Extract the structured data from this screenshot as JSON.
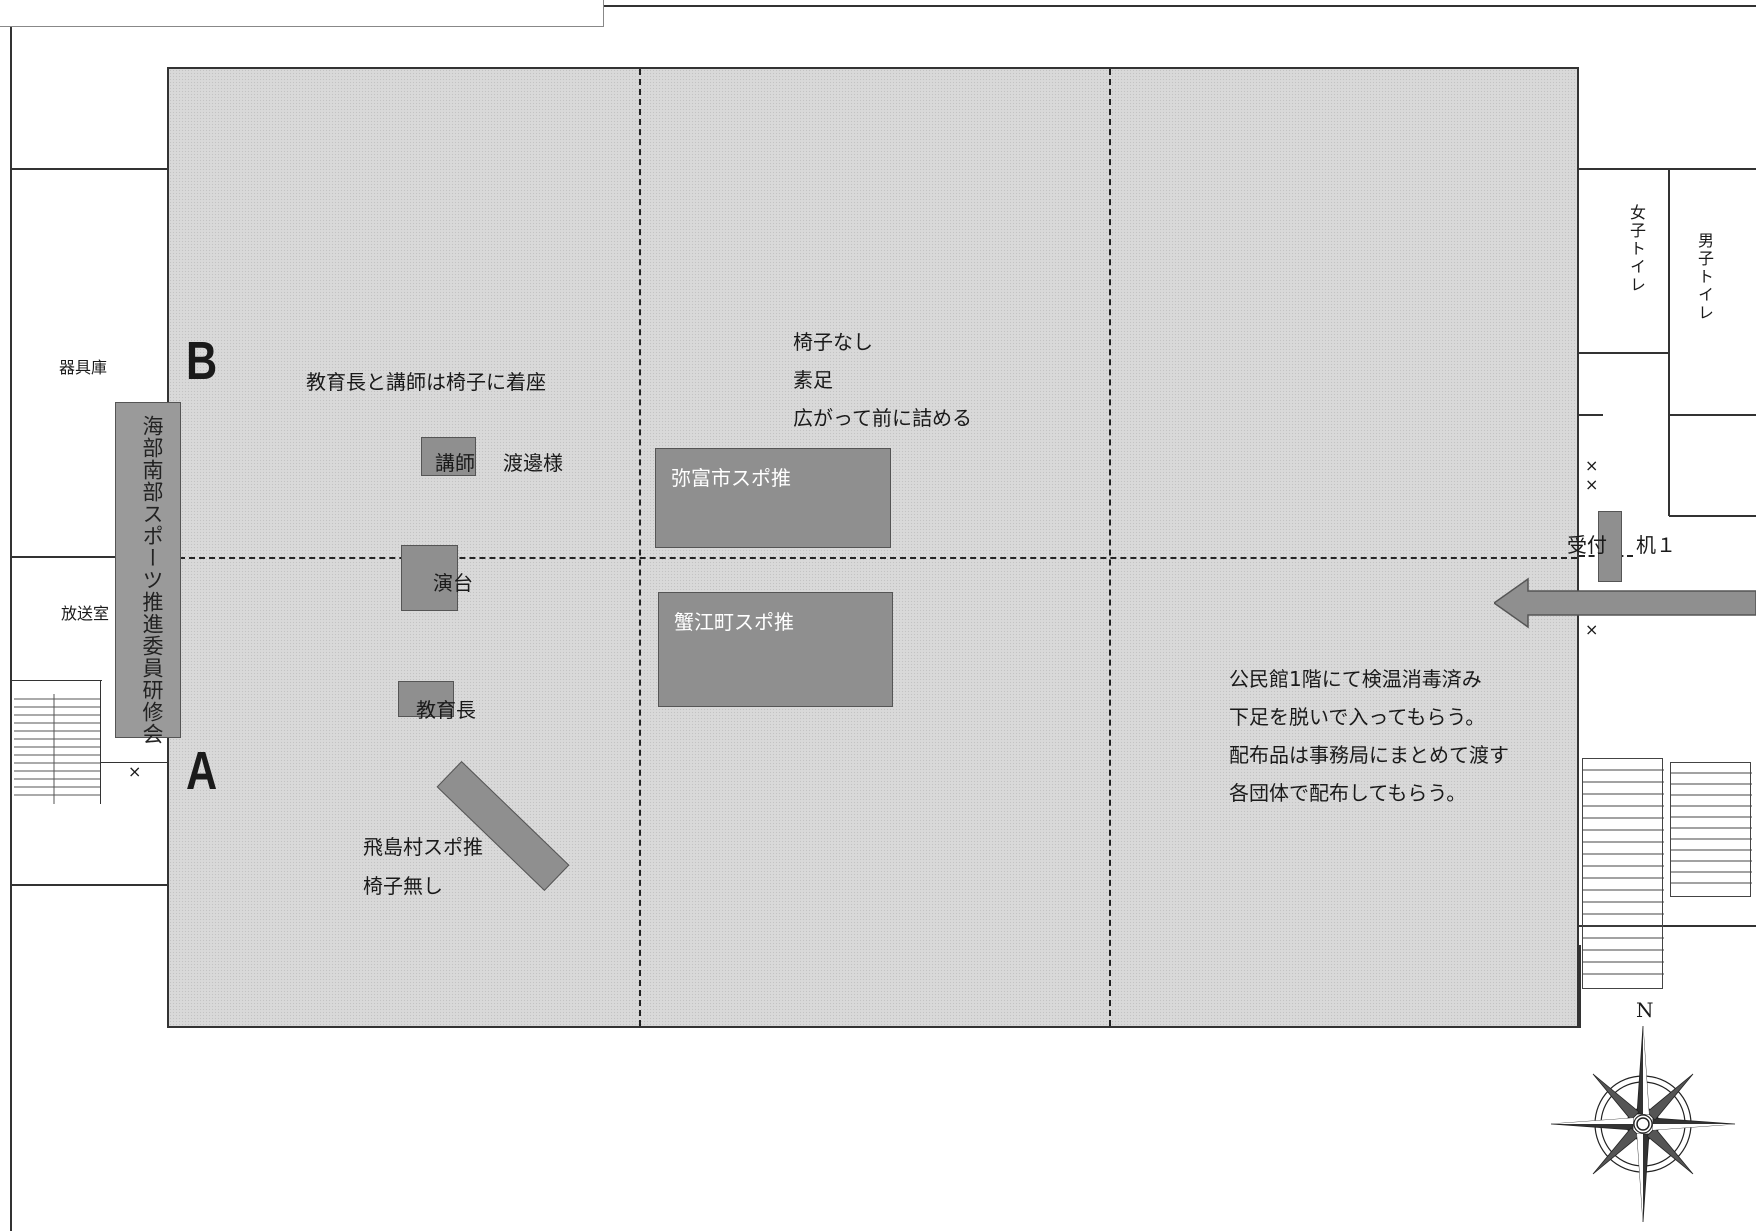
{
  "rooms": {
    "equipment": "器具庫",
    "broadcast": "放送室",
    "womens_toilet": "女子トイレ",
    "mens_toilet": "男子トイレ"
  },
  "banner": "海部南部スポーツ推進委員研修会",
  "zones": {
    "b": "B",
    "a": "A"
  },
  "seating": {
    "note": "教育長と講師は椅子に着座",
    "lecturer": "講師",
    "lecturer_name": "渡邊様",
    "podium": "演台",
    "superintendent": "教育長",
    "tobishima_group": "飛島村スポ推",
    "tobishima_note": "椅子無し"
  },
  "center_notes": [
    "椅子なし",
    "素足",
    "広がって前に詰める"
  ],
  "groups": {
    "yatomi": "弥富市スポ推",
    "kanie": "蟹江町スポ推"
  },
  "reception": {
    "label": "受付",
    "desk": "机１"
  },
  "entrance_notes": [
    "公民館1階にて検温消毒済み",
    "下足を脱いで入ってもらう。",
    "配布品は事務局にまとめて渡す",
    "各団体で配布してもらう。"
  ],
  "marks": {
    "x": "×"
  },
  "compass": {
    "north": "N"
  }
}
